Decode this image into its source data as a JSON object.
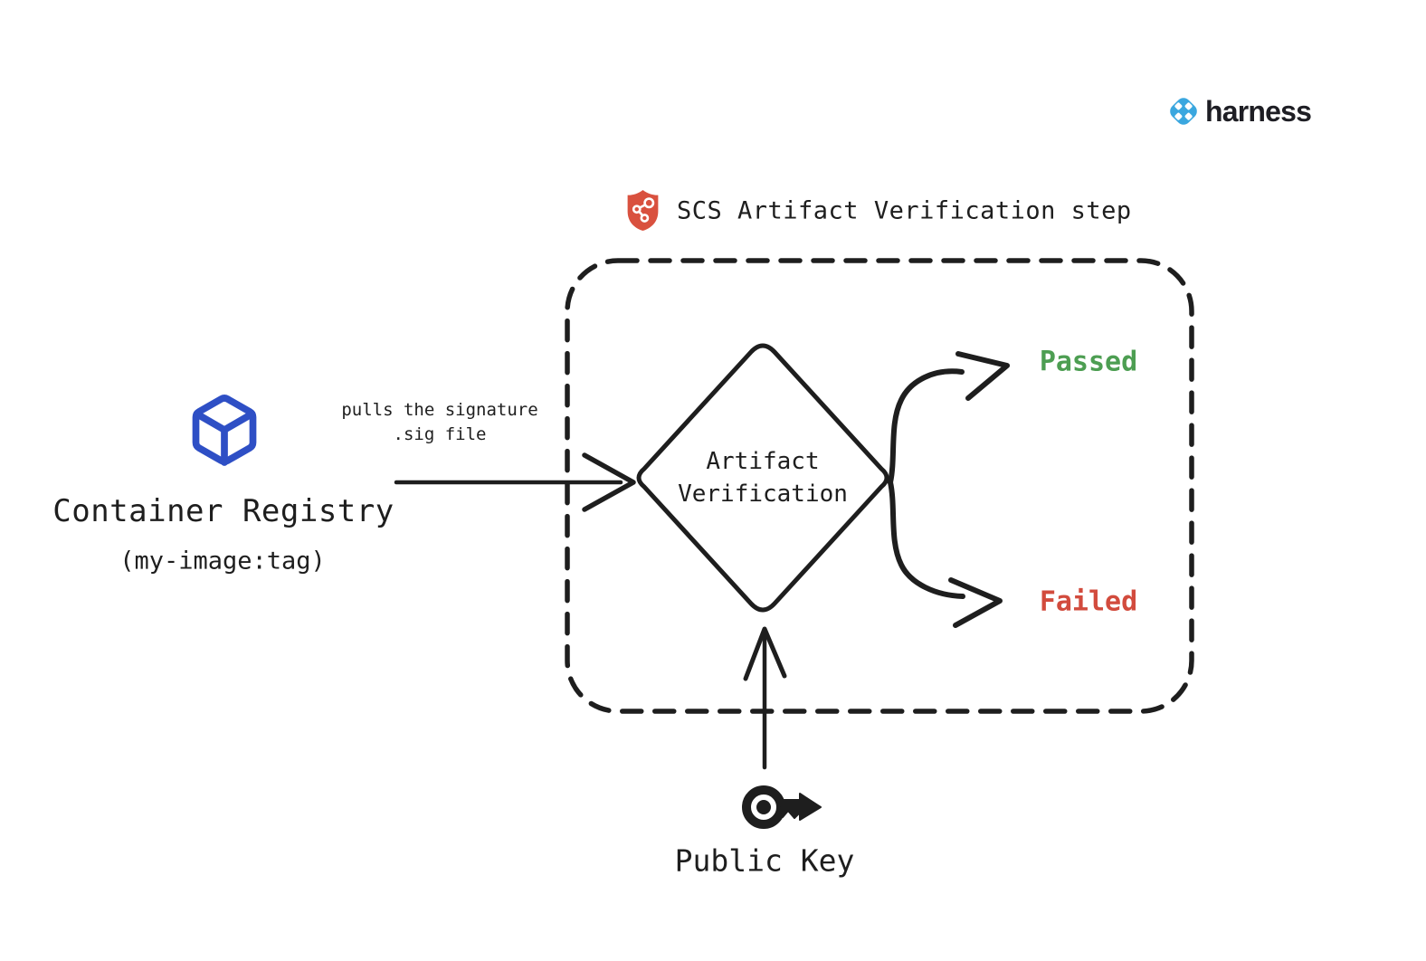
{
  "brand": {
    "wordmark": "harness",
    "logo_icon": "harness-logo-icon",
    "logo_color": "#3aa7df",
    "wordmark_color": "#1e1e24"
  },
  "step_header": {
    "icon": "scs-shield-icon",
    "shield_color": "#d9513f",
    "title": "SCS Artifact Verification step"
  },
  "registry": {
    "icon": "container-cube-icon",
    "cube_color": "#2e4fc5",
    "label": "Container Registry",
    "sublabel": "(my-image:tag)"
  },
  "flow": {
    "pull_arrow_label_line1": "pulls the signature",
    "pull_arrow_label_line2": ".sig file",
    "decision_node": {
      "shape": "diamond",
      "label_line1": "Artifact",
      "label_line2": "Verification"
    },
    "outcomes": [
      {
        "label": "Passed",
        "color": "#4d9e52"
      },
      {
        "label": "Failed",
        "color": "#d24b3d"
      }
    ],
    "key_input": {
      "icon": "public-key-icon",
      "label": "Public Key"
    }
  },
  "colors": {
    "ink": "#1e1e1e",
    "background": "#ffffff"
  }
}
